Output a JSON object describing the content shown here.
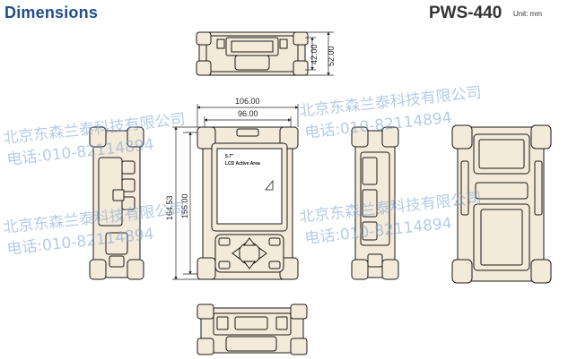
{
  "header": {
    "title": "Dimensions",
    "model": "PWS-440",
    "unit": "Unit: mm"
  },
  "dimensions": {
    "top_depth_inner": "42.00",
    "top_depth_outer": "52.00",
    "front_width_outer": "106.00",
    "front_width_inner": "96.00",
    "front_height_outer": "164.53",
    "front_height_inner": "155.00"
  },
  "screen_label": {
    "line1": "5.7\"",
    "line2": "LCD Active Area"
  },
  "watermark": {
    "company": "北京东森兰泰科技有限公司",
    "phone": "电话:010-82114894"
  },
  "colors": {
    "title": "#1f4e8c",
    "device_fill": "#f3ead9",
    "outline": "#1a1a1a",
    "watermark": "#7aa0d7"
  }
}
